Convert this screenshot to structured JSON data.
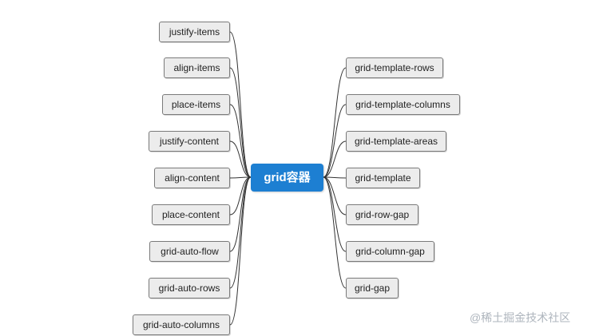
{
  "center": {
    "label": "grid容器",
    "color": "#1d7fd2"
  },
  "left_nodes": [
    {
      "label": "justify-items"
    },
    {
      "label": "align-items"
    },
    {
      "label": "place-items"
    },
    {
      "label": "justify-content"
    },
    {
      "label": "align-content"
    },
    {
      "label": "place-content"
    },
    {
      "label": "grid-auto-flow"
    },
    {
      "label": "grid-auto-rows"
    },
    {
      "label": "grid-auto-columns"
    }
  ],
  "right_nodes": [
    {
      "label": "grid-template-rows"
    },
    {
      "label": "grid-template-columns"
    },
    {
      "label": "grid-template-areas"
    },
    {
      "label": "grid-template"
    },
    {
      "label": "grid-row-gap"
    },
    {
      "label": "grid-column-gap"
    },
    {
      "label": "grid-gap"
    }
  ],
  "watermark": "@稀土掘金技术社区",
  "colors": {
    "node_fill": "#ececec",
    "node_border": "#7a7a7a",
    "connector": "#333333"
  }
}
